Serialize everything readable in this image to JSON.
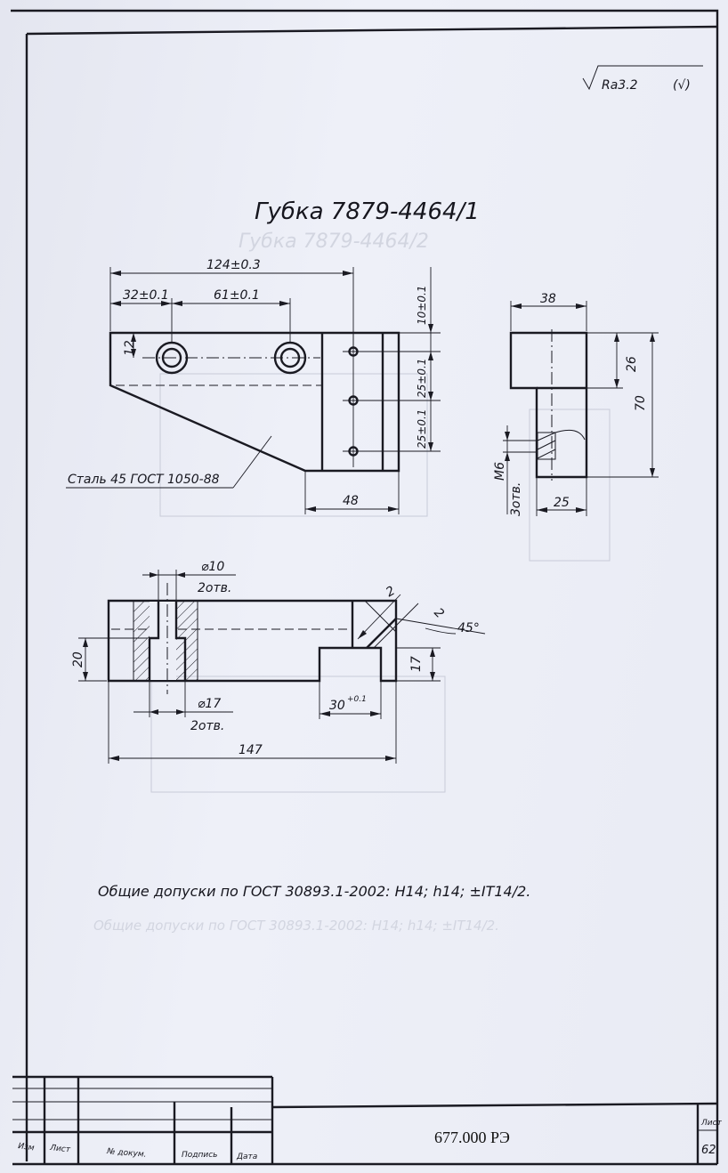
{
  "title": "Губка 7879-4464/1",
  "roughness": "Ra3.2",
  "roughness_suffix": "(√)",
  "material": "Сталь 45 ГОСТ 1050-88",
  "dimensions": {
    "d124": "124±0.3",
    "d32": "32±0.1",
    "d61": "61±0.1",
    "d12": "12",
    "d10v": "10±0.1",
    "d25a": "25±0.1",
    "d25b": "25±0.1",
    "d48": "48",
    "d38": "38",
    "d26": "26",
    "d70": "70",
    "d25side": "25",
    "m6": "М6",
    "m6count": "3отв.",
    "dia10": "⌀10",
    "dia10count": "2отв.",
    "dia17": "⌀17",
    "dia17count": "2отв.",
    "d20": "20",
    "d147": "147",
    "d30": "30",
    "d30tol": "+0.1",
    "d17": "17",
    "chamfer_a": "2",
    "chamfer_b": "2",
    "angle": "45°"
  },
  "general_tolerances": "Общие допуски по ГОСТ 30893.1-2002: Н14; h14; ±IT14/2.",
  "ghost": {
    "title": "Губка 7879-4464/2",
    "tolerances": "Общие допуски по ГОСТ 30893.1-2002: Н14; h14; ±IT14/2."
  },
  "title_block": {
    "izm": "Изм",
    "list": "Лист",
    "doc": "№ докум.",
    "sign": "Подпись",
    "date": "Дата",
    "doc_number": "677.000 РЭ",
    "sheet_label": "Лист",
    "sheet_number": "62"
  }
}
